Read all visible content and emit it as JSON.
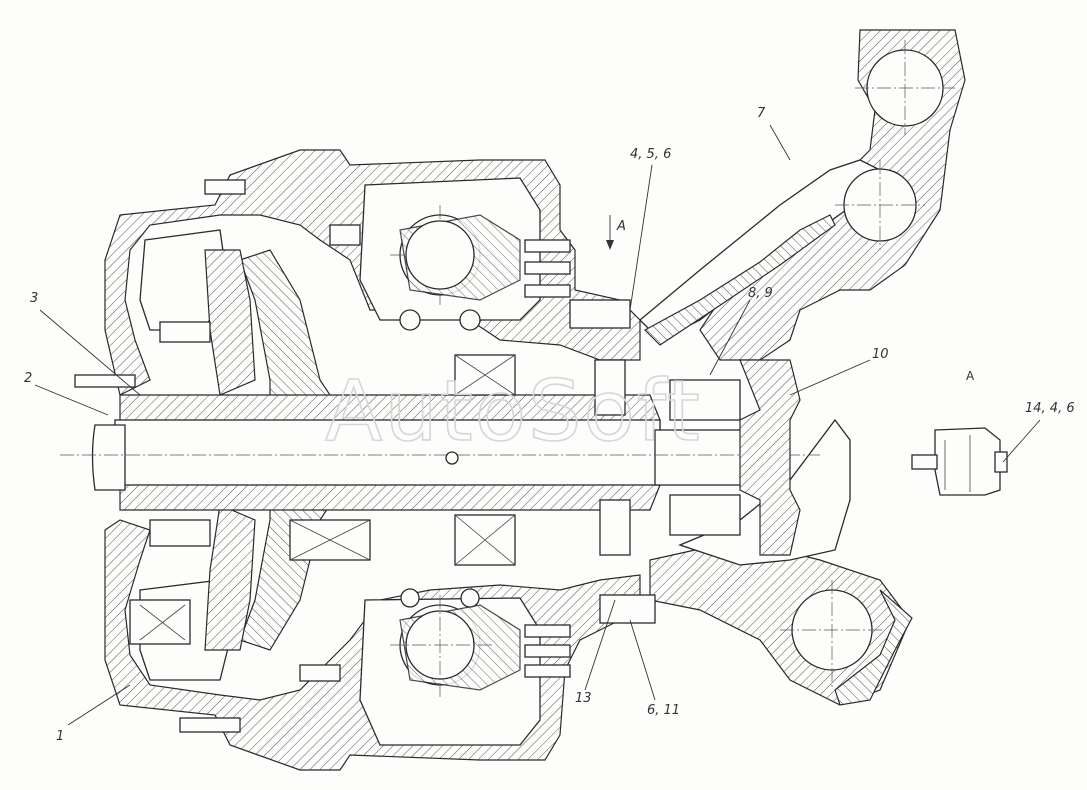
{
  "drawing": {
    "watermark": "AutoSoft",
    "view_letter": "A",
    "view_arrow_label": "A",
    "callouts": [
      {
        "id": "c1",
        "text": "1"
      },
      {
        "id": "c2",
        "text": "2"
      },
      {
        "id": "c3",
        "text": "3"
      },
      {
        "id": "c456",
        "text": "4, 5, 6"
      },
      {
        "id": "c7",
        "text": "7"
      },
      {
        "id": "c89",
        "text": "8, 9"
      },
      {
        "id": "c10",
        "text": "10"
      },
      {
        "id": "c1446",
        "text": "14, 4, 6"
      },
      {
        "id": "c13",
        "text": "13"
      },
      {
        "id": "c611",
        "text": "6, 11"
      }
    ]
  }
}
